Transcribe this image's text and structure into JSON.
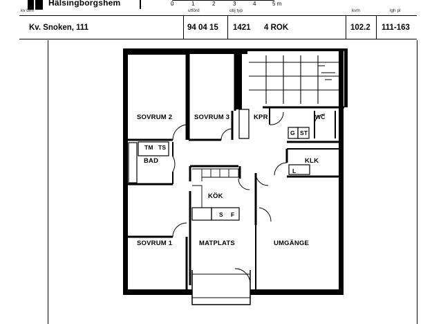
{
  "header": {
    "brand": "Hälsingborgshem",
    "scale": {
      "ticks": [
        "0",
        "1",
        "2",
        "3",
        "4",
        "5 m"
      ]
    },
    "field_labels": {
      "kv_bmr": "kv bmr",
      "utford": "utförd",
      "obj_typ": "obj typ",
      "kvm": "kvm",
      "lgh_pl": "lgh pl"
    },
    "property": "Kv. Snoken, 111",
    "date": "94 04 15",
    "object": "1421",
    "type": "4 ROK",
    "area": "102.2",
    "apartment": "111-163"
  },
  "plan": {
    "rooms": {
      "sovrum2": "SOVRUM 2",
      "sovrum3": "SOVRUM 3",
      "kpr": "KPR",
      "wc": "WC",
      "g": "G",
      "st": "ST",
      "tm": "TM",
      "ts": "TS",
      "bad": "BAD",
      "klk": "KLK",
      "l": "L",
      "kok": "KÖK",
      "s": "S",
      "f": "F",
      "sovrum1": "SOVRUM 1",
      "matplats": "MATPLATS",
      "umgange": "UMGÄNGE"
    }
  }
}
